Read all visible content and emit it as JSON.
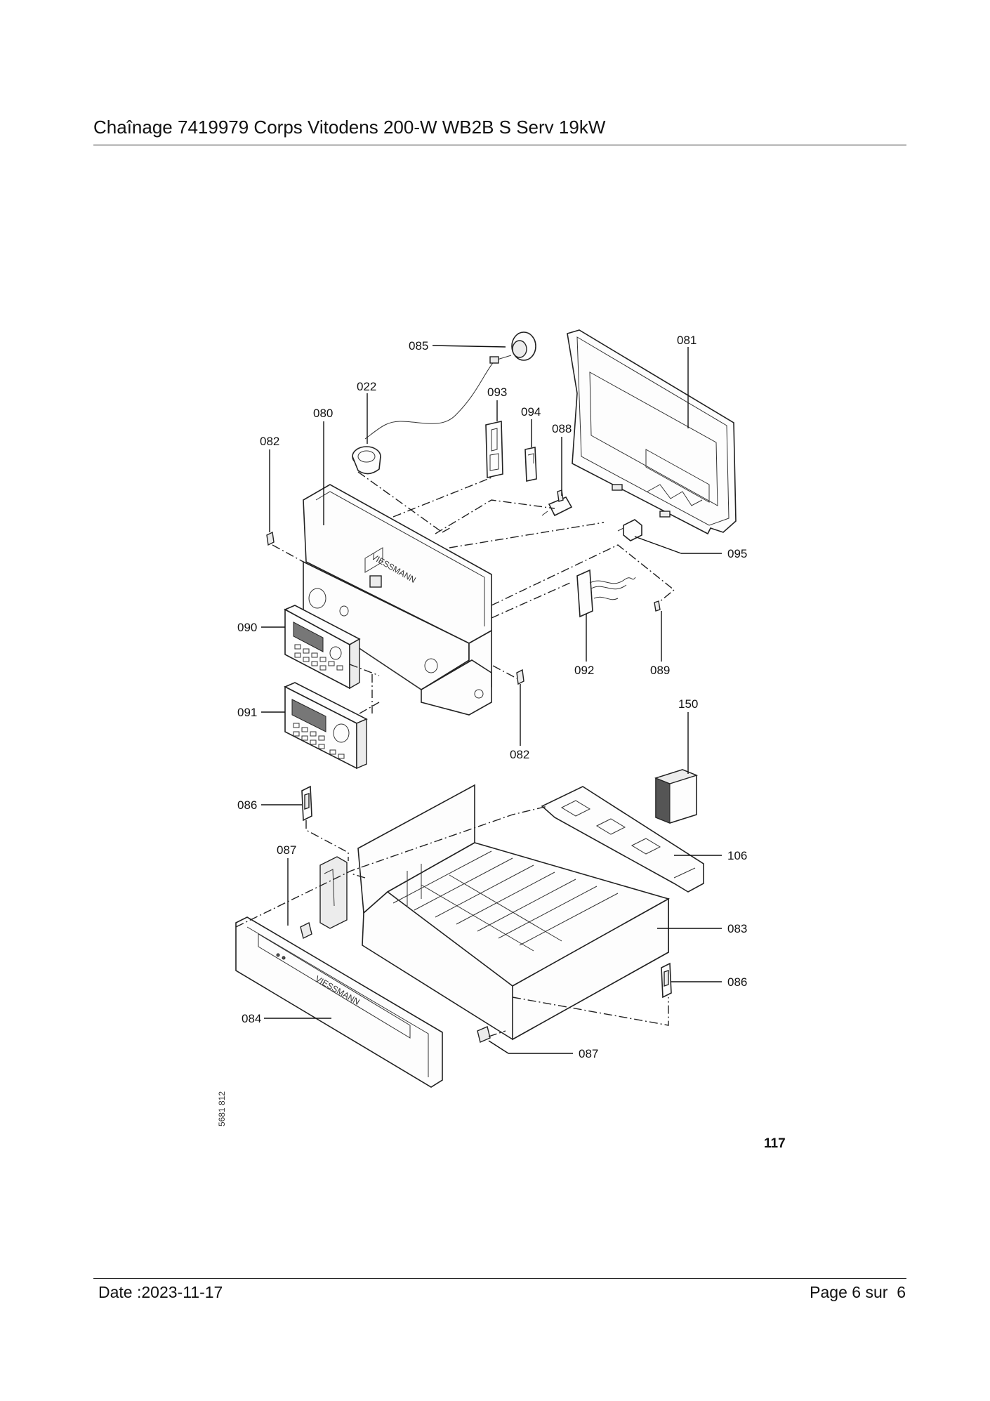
{
  "header": {
    "title": "Chaînage 7419979 Corps Vitodens 200-W WB2B S Serv 19kW"
  },
  "diagram": {
    "labels": {
      "p085": "085",
      "p081": "081",
      "p022": "022",
      "p093": "093",
      "p094": "094",
      "p080": "080",
      "p088": "088",
      "p082a": "082",
      "p095": "095",
      "p090": "090",
      "p092": "092",
      "p089": "089",
      "p091": "091",
      "p150": "150",
      "p082b": "082",
      "p086a": "086",
      "p106": "106",
      "p087a": "087",
      "p083": "083",
      "p086b": "086",
      "p084": "084",
      "p087b": "087"
    },
    "drawing_ref": "5681 812",
    "page_code": "117"
  },
  "footer": {
    "date": "Date :2023-11-17",
    "page_prefix": "Page 6 sur",
    "page_total": "6"
  }
}
